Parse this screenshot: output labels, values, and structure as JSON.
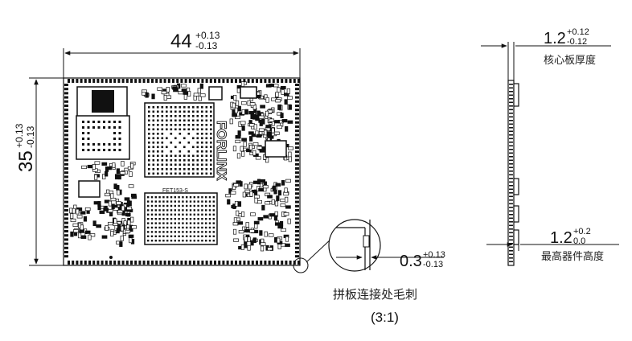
{
  "board": {
    "width": {
      "value": "44",
      "tol_plus": "+0.13",
      "tol_minus": "-0.13"
    },
    "height": {
      "value": "35",
      "tol_plus": "+0.13",
      "tol_minus": "-0.13"
    },
    "logo_text": "FORLINX",
    "model_label": "FET153-S"
  },
  "burr": {
    "value": "0.3",
    "tol_plus": "+0.13",
    "tol_minus": "-0.13",
    "caption": "拼板连接处毛刺",
    "scale": "(3:1)"
  },
  "side_view": {
    "thickness": {
      "value": "1.2",
      "tol_plus": "+0.12",
      "tol_minus": "-0.12",
      "label": "核心板厚度"
    },
    "max_component": {
      "value": "1.2",
      "tol_plus": "+0.2",
      "tol_minus": "0.0",
      "label": "最高器件高度"
    }
  },
  "colors": {
    "line": "#111111",
    "board": "#1a1a1a",
    "pad": "#000000"
  }
}
